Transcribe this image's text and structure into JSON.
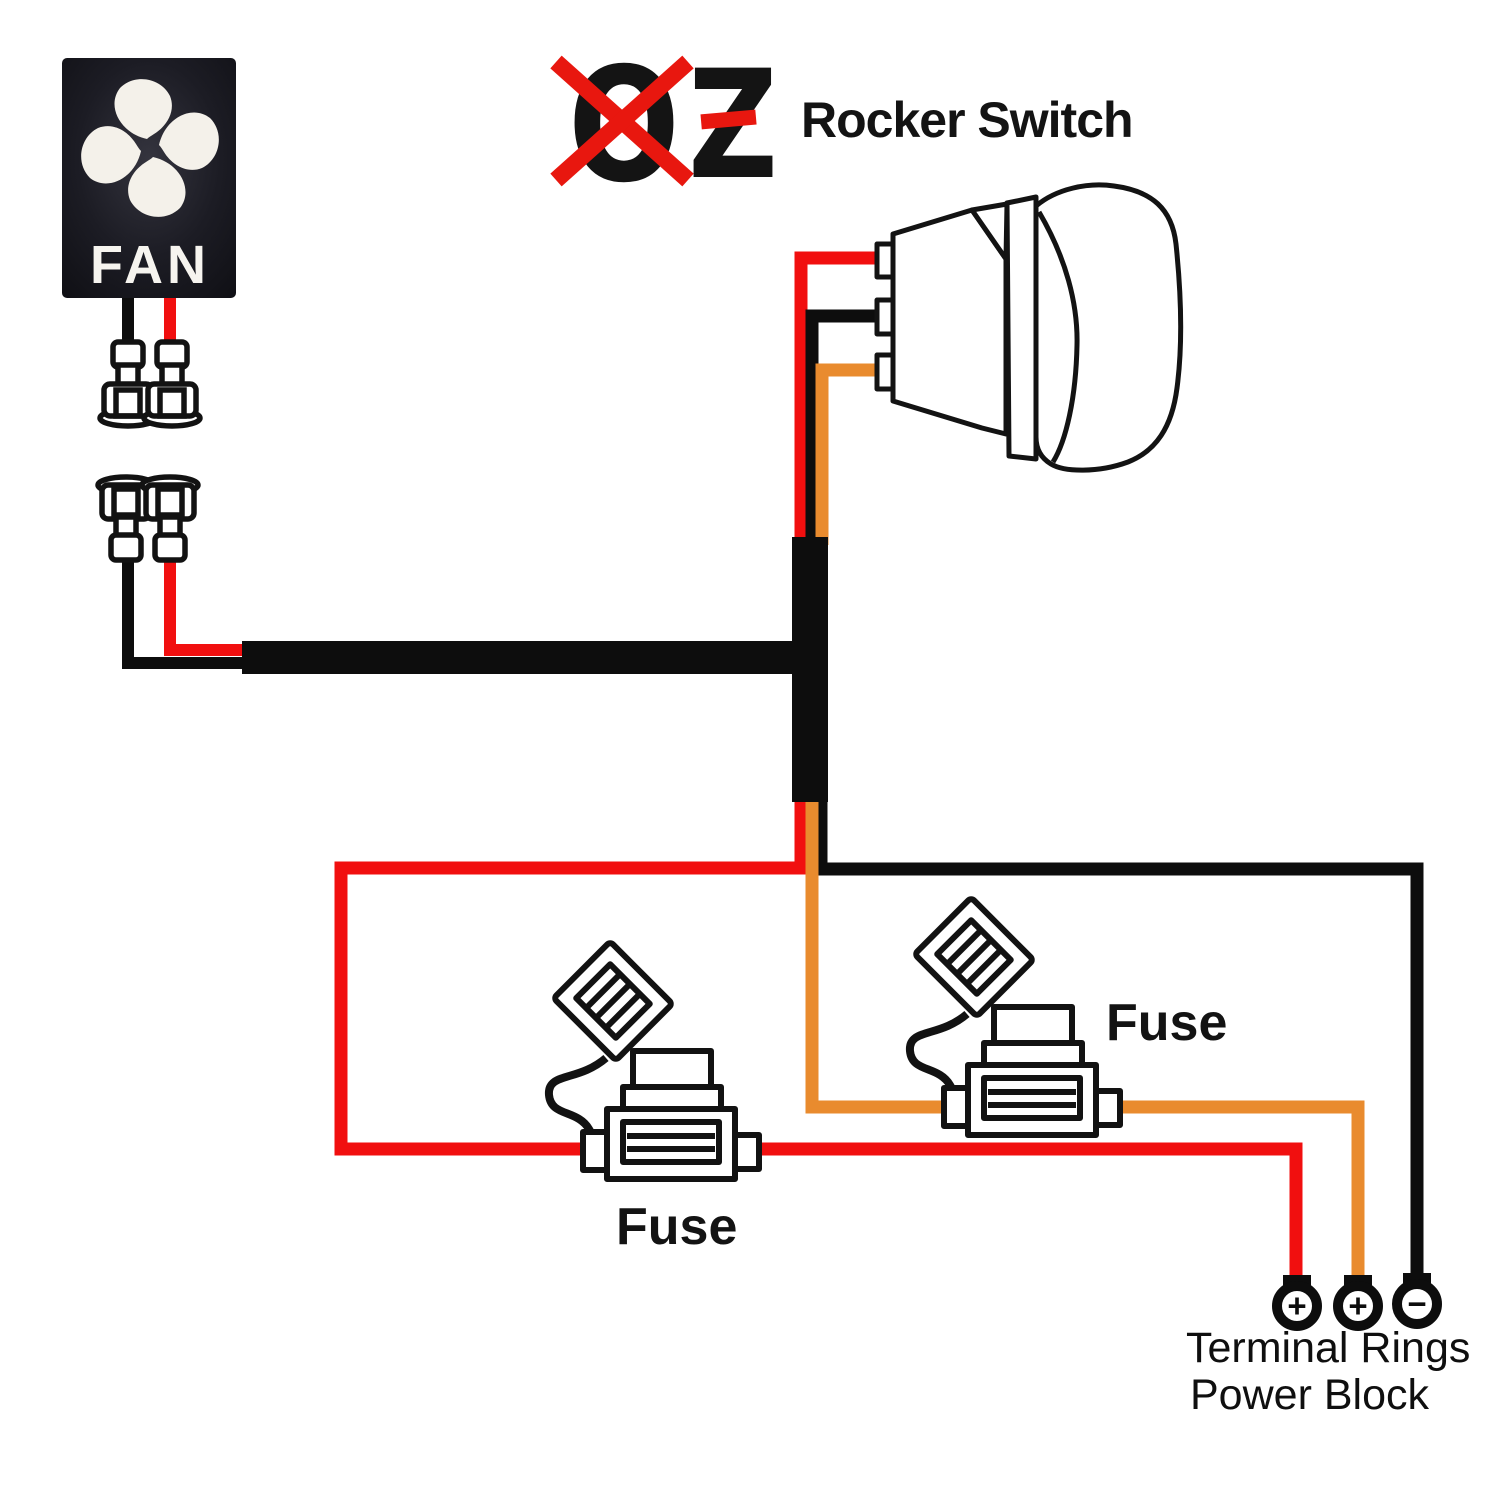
{
  "logo": {
    "o": "O",
    "z": "Z"
  },
  "title": "Rocker Switch",
  "fan": {
    "label": "FAN"
  },
  "fuse_left": {
    "label": "Fuse"
  },
  "fuse_right": {
    "label": "Fuse"
  },
  "power_block": {
    "ring1_symbol": "+",
    "ring2_symbol": "+",
    "ring3_symbol": "−",
    "caption_line1": "Terminal Rings",
    "caption_line2": "Power Block"
  },
  "colors": {
    "wire_red": "#f10f0f",
    "wire_orange": "#e98b2e",
    "wire_black": "#0d0d0d",
    "brand_red": "#e8170f"
  }
}
